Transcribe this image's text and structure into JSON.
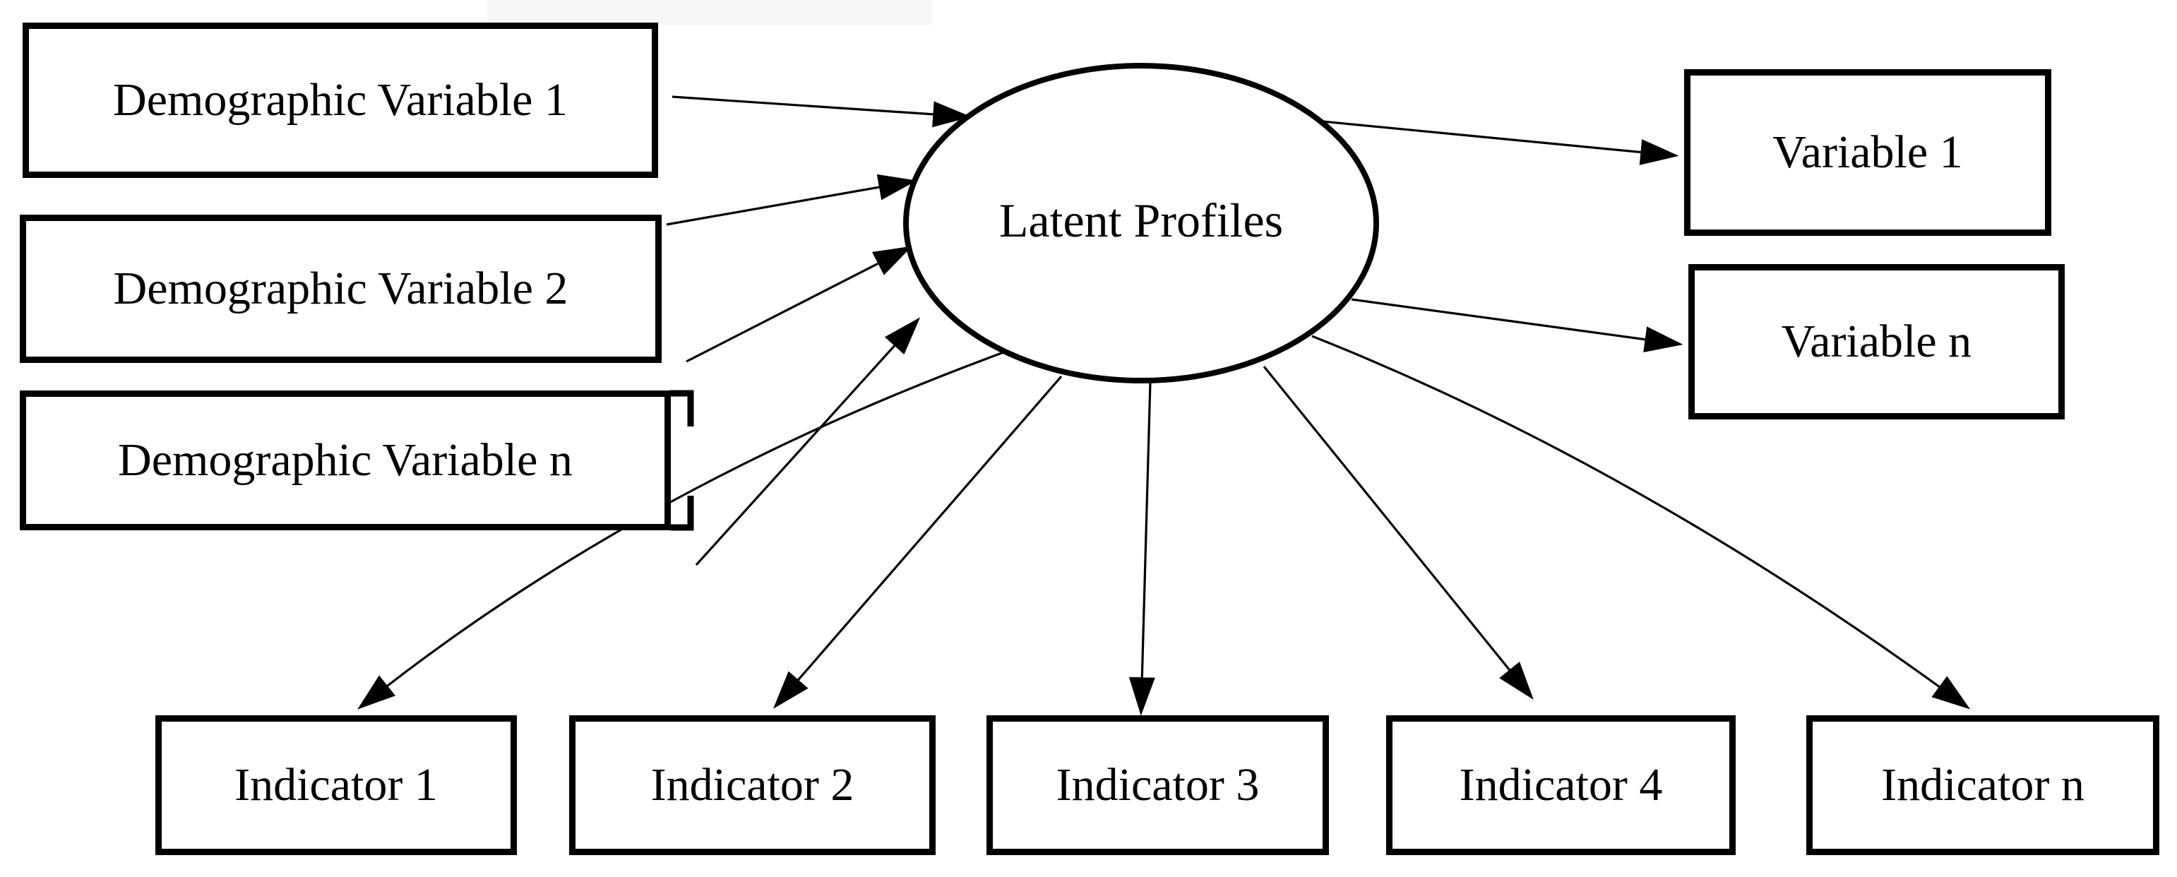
{
  "figure": {
    "type": "path-diagram",
    "center_node": {
      "label": "Latent Profiles",
      "shape": "ellipse"
    },
    "predictors": [
      {
        "label": "Demographic Variable 1"
      },
      {
        "label": "Demographic Variable 2"
      },
      {
        "label": "Demographic Variable n"
      }
    ],
    "outcomes": [
      {
        "label": "Variable 1"
      },
      {
        "label": "Variable n"
      }
    ],
    "indicators": [
      {
        "label": "Indicator 1"
      },
      {
        "label": "Indicator 2"
      },
      {
        "label": "Indicator 3"
      },
      {
        "label": "Indicator 4"
      },
      {
        "label": "Indicator n"
      }
    ],
    "edges": [
      {
        "from": "Demographic Variable 1",
        "to": "Latent Profiles"
      },
      {
        "from": "Demographic Variable 2",
        "to": "Latent Profiles"
      },
      {
        "from": "Demographic Variable n",
        "to": "Latent Profiles"
      },
      {
        "from": "Latent Profiles",
        "to": "Variable 1"
      },
      {
        "from": "Latent Profiles",
        "to": "Variable n"
      },
      {
        "from": "Latent Profiles",
        "to": "Indicator 1"
      },
      {
        "from": "Latent Profiles",
        "to": "Indicator 2"
      },
      {
        "from": "Latent Profiles",
        "to": "Indicator 3"
      },
      {
        "from": "Latent Profiles",
        "to": "Indicator 4"
      },
      {
        "from": "Latent Profiles",
        "to": "Indicator n"
      }
    ],
    "colors": {
      "stroke": "#000000",
      "background": "#ffffff",
      "text": "#000000"
    }
  }
}
